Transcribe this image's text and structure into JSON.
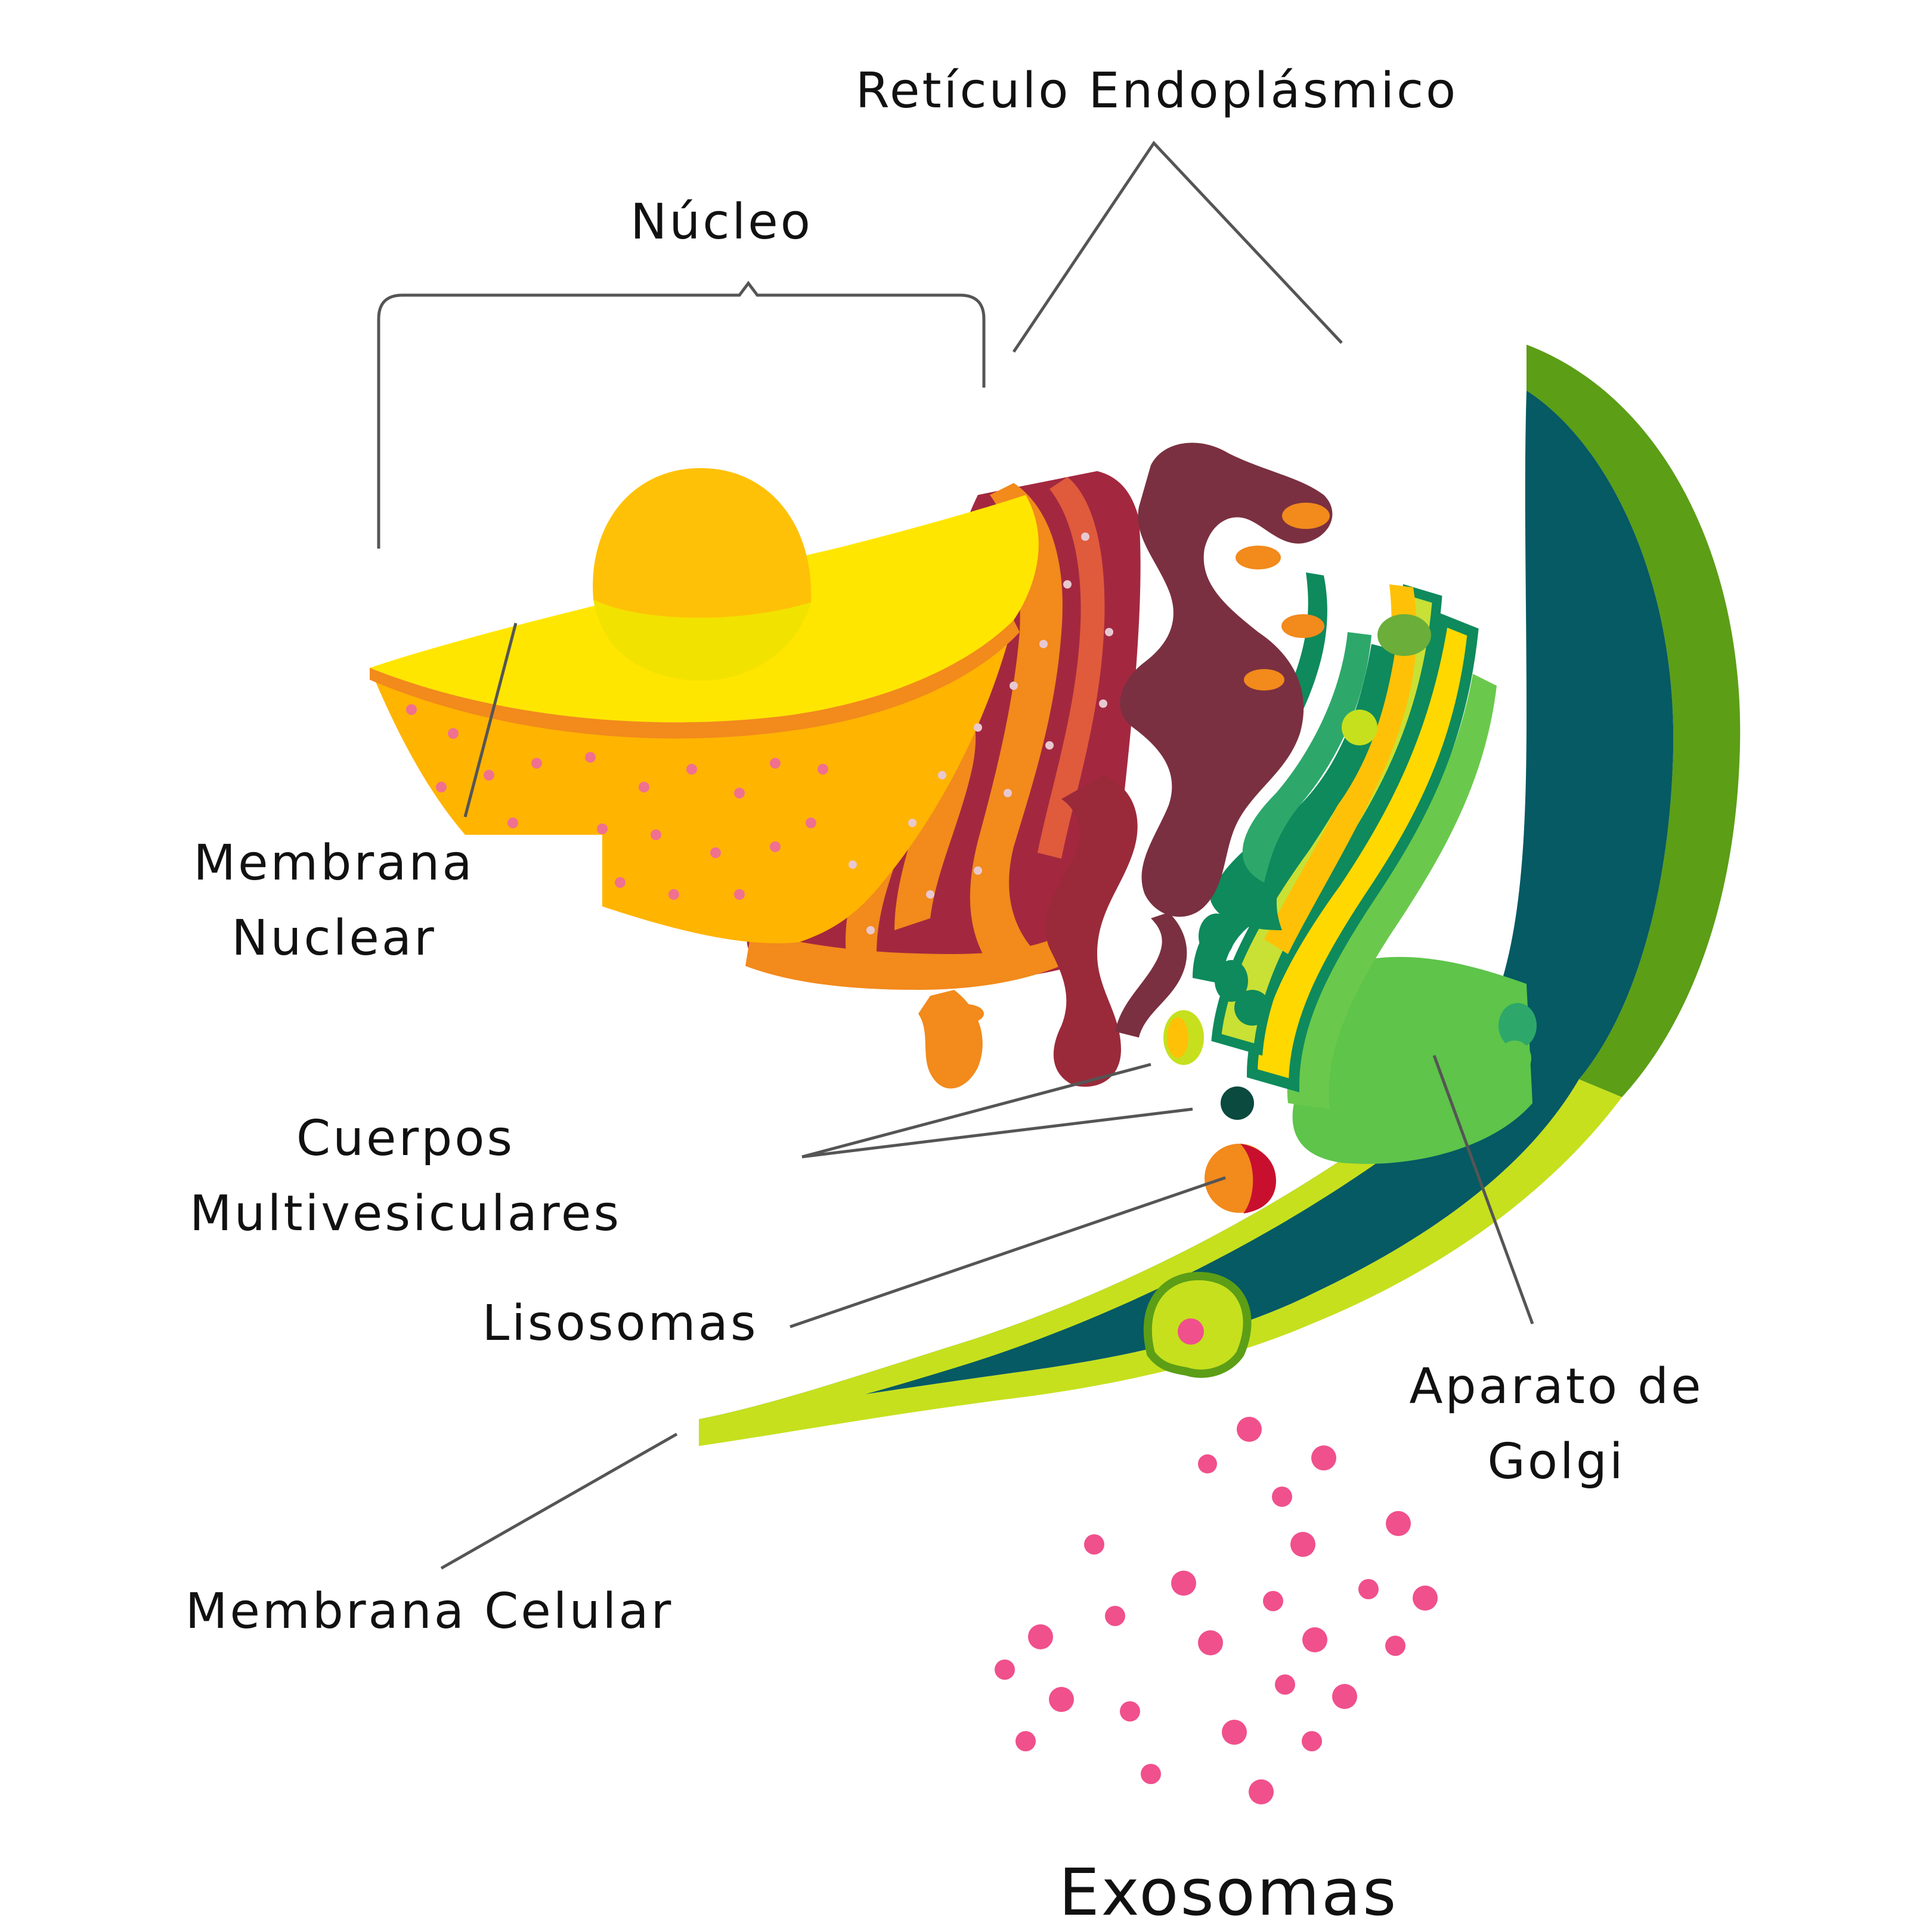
{
  "labels": {
    "reticulo": "Retículo Endoplásmico",
    "nucleo": "Núcleo",
    "membrana_nuclear_1": "Membrana",
    "membrana_nuclear_2": "Nuclear",
    "cuerpos_1": "Cuerpos",
    "cuerpos_2": "Multivesiculares",
    "lisosomas": "Lisosomas",
    "golgi_1": "Aparato de",
    "golgi_2": "Golgi",
    "membrana_celular": "Membrana Celular",
    "exosomas": "Exosomas"
  },
  "colors": {
    "nucleus_yellow": "#FFE600",
    "nucleus_orange": "#FFB400",
    "nucleolus": "#FFC107",
    "er_maroon": "#A3283F",
    "er_orange": "#F28A1C",
    "golgi_green": "#5EC44A",
    "golgi_dark": "#0E8A5C",
    "cytoplasm_teal": "#055A63",
    "membrane_lime": "#C6E01E",
    "membrane_green": "#5C9E16",
    "exosome_pink": "#F0508C",
    "leader_line": "#555555"
  }
}
